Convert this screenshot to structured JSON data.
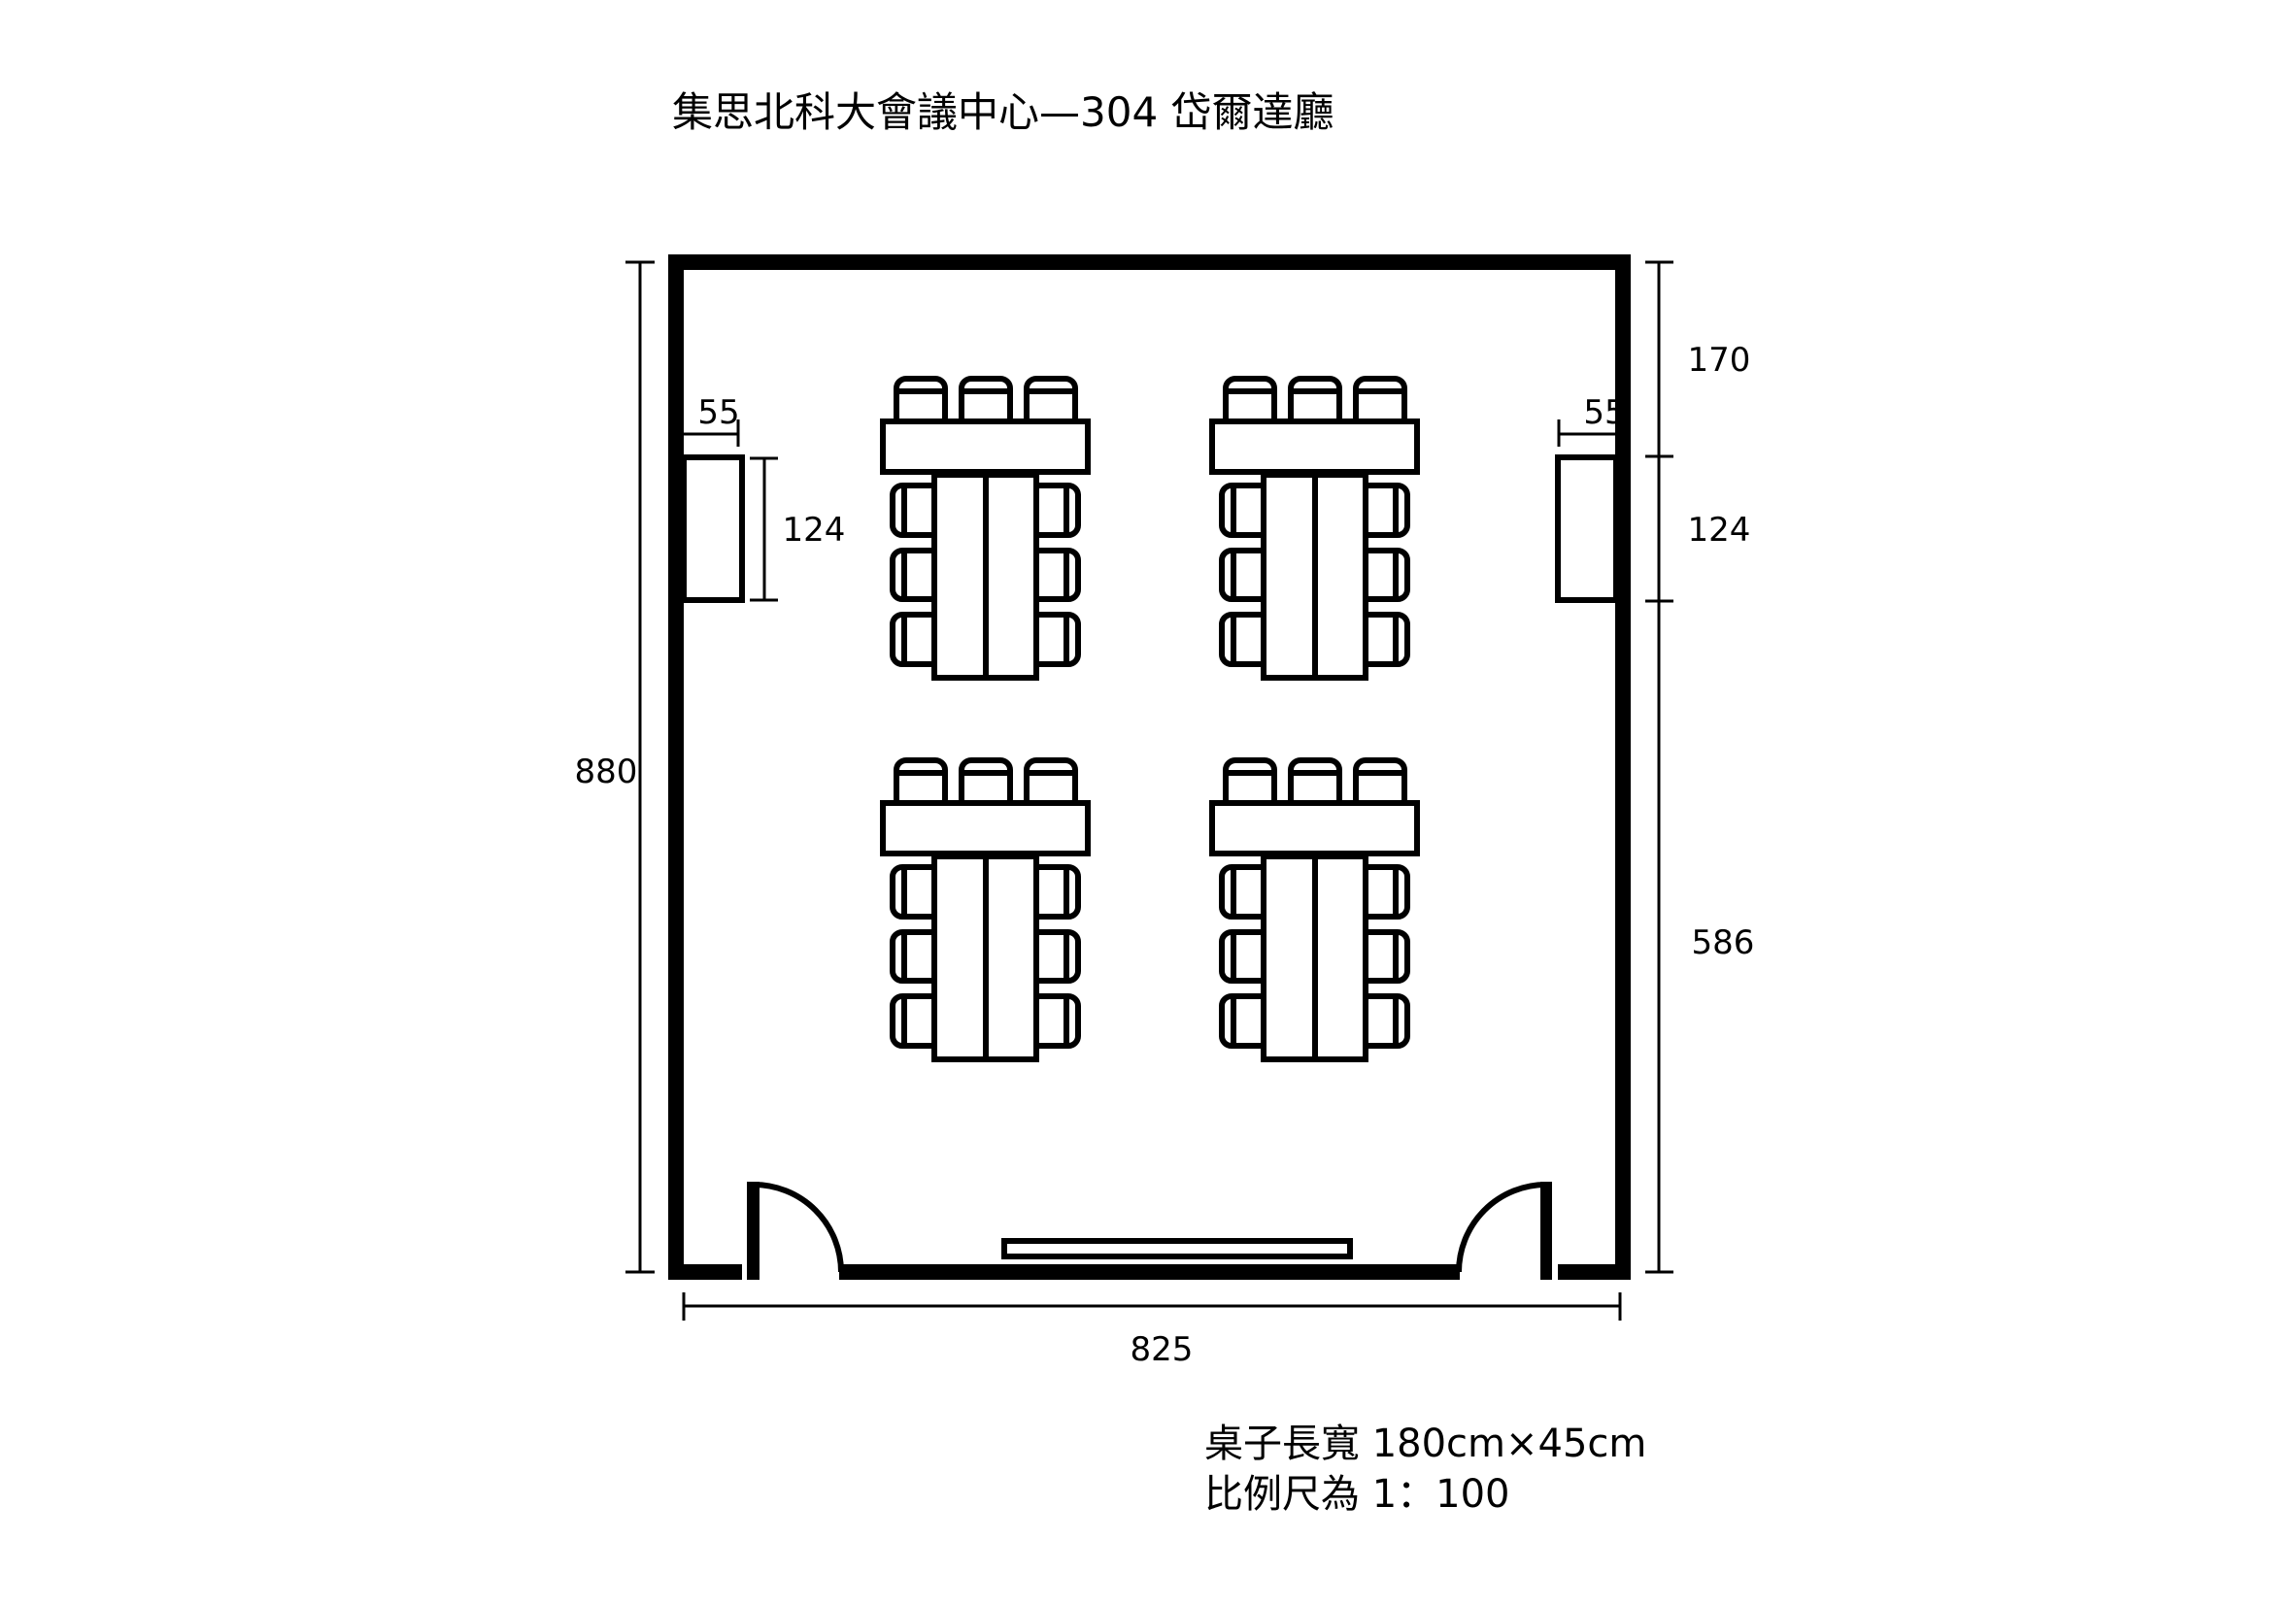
{
  "title": "集思北科大會議中心—304 岱爾達廳",
  "dimensions": {
    "room_width": "825",
    "room_height": "880",
    "right_top": "170",
    "right_pillar": "124",
    "right_bottom": "586",
    "left_pillar_height": "124",
    "left_pillar_width": "55",
    "right_pillar_width": "55"
  },
  "notes": {
    "table_size": "桌子長寬 180cm×45cm",
    "scale": "比例尺為 1：100"
  },
  "layout": {
    "table_groups": 4,
    "chairs_per_group": 9
  }
}
